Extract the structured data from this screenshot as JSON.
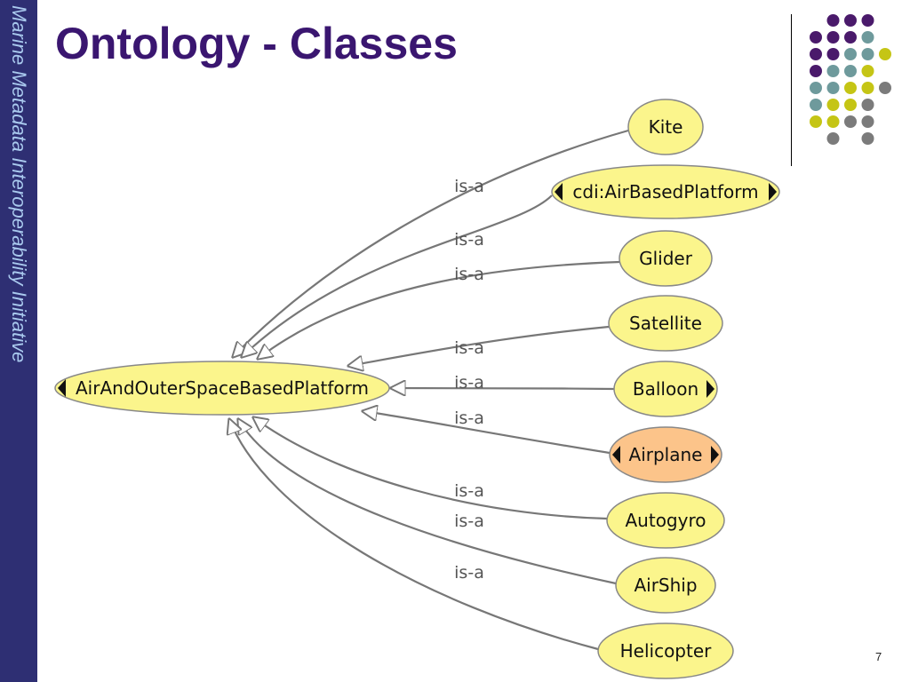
{
  "slide": {
    "title": "Ontology - Classes",
    "sidebar_text": "Marine Metadata Interoperability Initiative",
    "page_number": "7"
  },
  "colors": {
    "sidebar": "#2e2f73",
    "title": "#3a1670",
    "node_fill": "#fbf58c",
    "node_fill_highlight": "#fcc48a",
    "edge": "#777777",
    "dot_purple": "#4a1a6b",
    "dot_teal": "#6e9a9c",
    "dot_yellow": "#c5c515",
    "dot_gray": "#7b7b7b"
  },
  "diagram": {
    "root": {
      "name": "AirAndOuterSpaceBasedPlatform",
      "collapse_left": true
    },
    "edge_label": "is-a",
    "children": [
      {
        "name": "Kite",
        "highlight": false,
        "expand_left": false,
        "expand_right": false
      },
      {
        "name": "cdi:AirBasedPlatform",
        "highlight": false,
        "expand_left": true,
        "expand_right": true
      },
      {
        "name": "Glider",
        "highlight": false,
        "expand_left": false,
        "expand_right": false
      },
      {
        "name": "Satellite",
        "highlight": false,
        "expand_left": false,
        "expand_right": false
      },
      {
        "name": "Balloon",
        "highlight": false,
        "expand_left": false,
        "expand_right": true
      },
      {
        "name": "Airplane",
        "highlight": true,
        "expand_left": true,
        "expand_right": true
      },
      {
        "name": "Autogyro",
        "highlight": false,
        "expand_left": false,
        "expand_right": false
      },
      {
        "name": "AirShip",
        "highlight": false,
        "expand_left": false,
        "expand_right": false
      },
      {
        "name": "Helicopter",
        "highlight": false,
        "expand_left": false,
        "expand_right": false
      }
    ]
  }
}
